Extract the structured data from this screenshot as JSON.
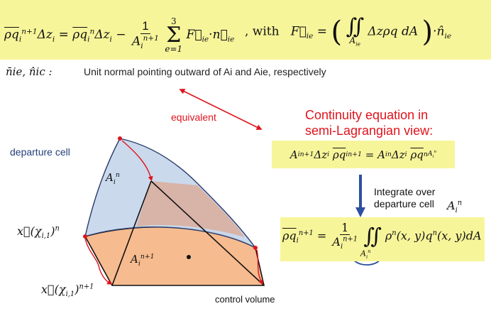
{
  "top_note": {
    "label": "n̄ie, n̂ic :",
    "text": "Unit normal pointing outward of Ai and Aie, respectively"
  },
  "labels": {
    "equivalent": "equivalent",
    "continuity_title_1": "Continuity equation in",
    "continuity_title_2": "semi-Lagrangian view:",
    "integrate_1": "Integrate over",
    "integrate_2": "departure cell",
    "departure_cell": "departure cell",
    "control_volume": "control volume",
    "A_n": "A",
    "A_np1": "A",
    "x_n": "x(χi,1)n",
    "x_np1": "x(χi,1)n+1"
  },
  "colors": {
    "highlight": "#f7f59a",
    "departure_fill": "#c6d6ea",
    "control_fill": "#f6bb8f",
    "overlap_fill": "#d8b3a7",
    "red": "#e0141c",
    "blue_arrow": "#2d4fa0",
    "dark_blue_text": "#23407a"
  }
}
